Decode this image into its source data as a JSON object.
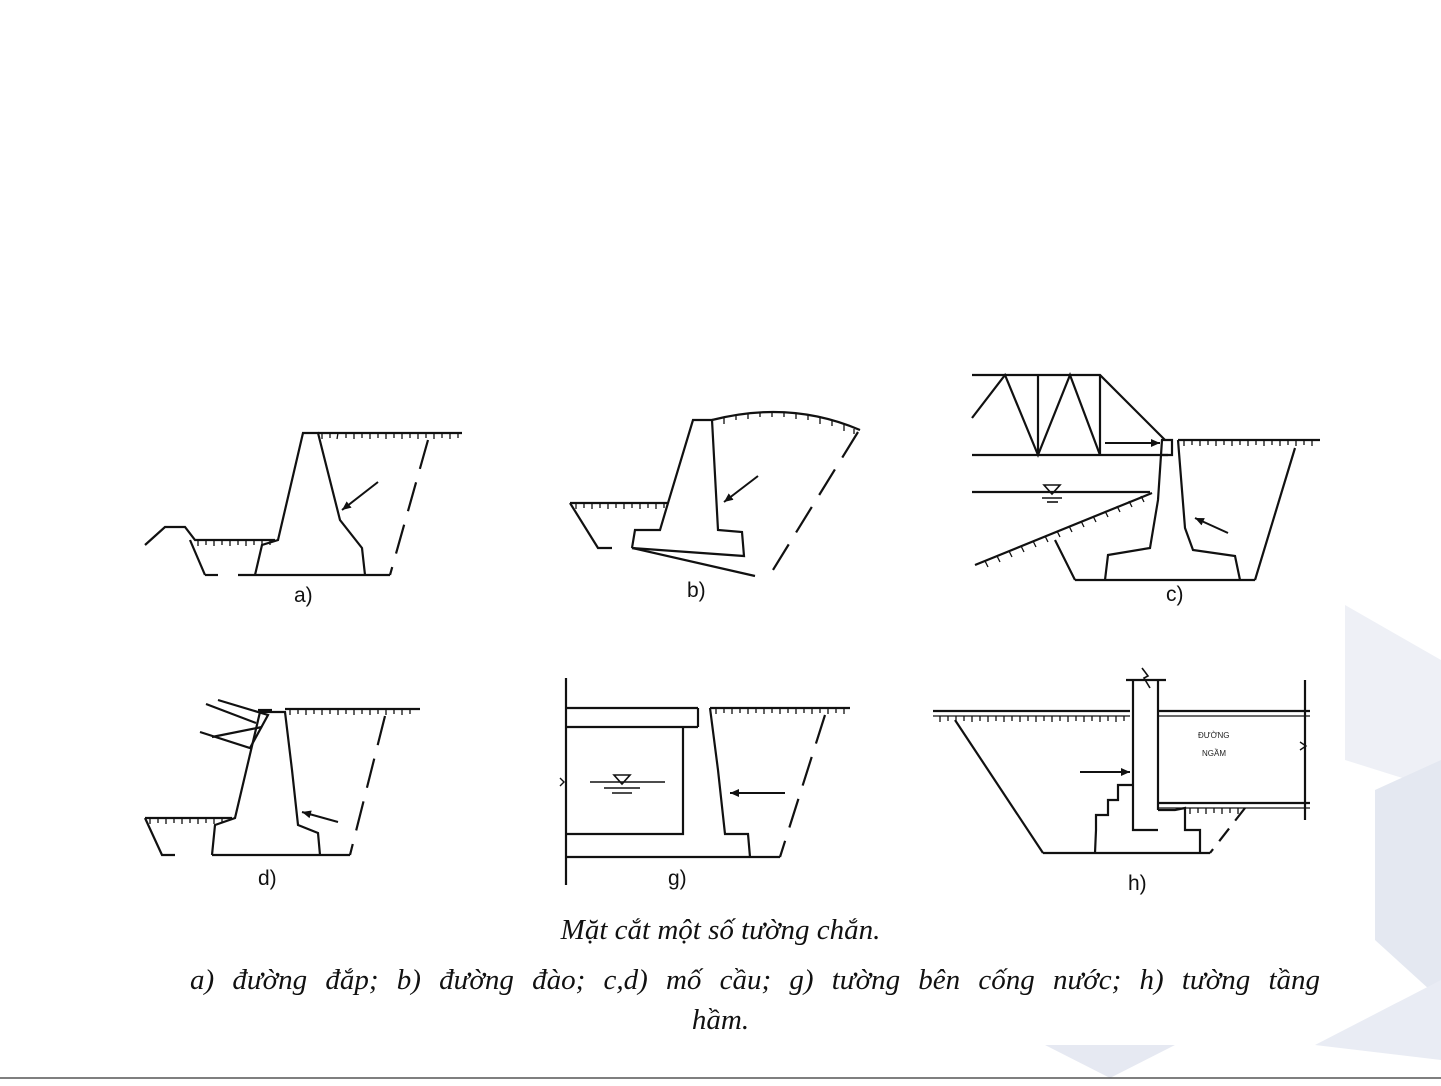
{
  "figure": {
    "panels": [
      {
        "id": "a",
        "label": "a)"
      },
      {
        "id": "b",
        "label": "b)"
      },
      {
        "id": "c",
        "label": "c)"
      },
      {
        "id": "d",
        "label": "d)"
      },
      {
        "id": "g",
        "label": "g)"
      },
      {
        "id": "h",
        "label": "h)"
      }
    ],
    "tunnel_label_1": "ĐƯỜNG",
    "tunnel_label_2": "NGẦM"
  },
  "caption": {
    "title": "Mặt cắt một số tường chắn.",
    "line1": "a) đường đắp; b) đường đào; c,d) mố cầu; g) tường bên cống nước; h) tường tầng",
    "line2": "hầm."
  },
  "colors": {
    "line": "#111111",
    "hex_decor_light": "#eef0f6",
    "hex_decor_mid": "#dfe3ee"
  }
}
